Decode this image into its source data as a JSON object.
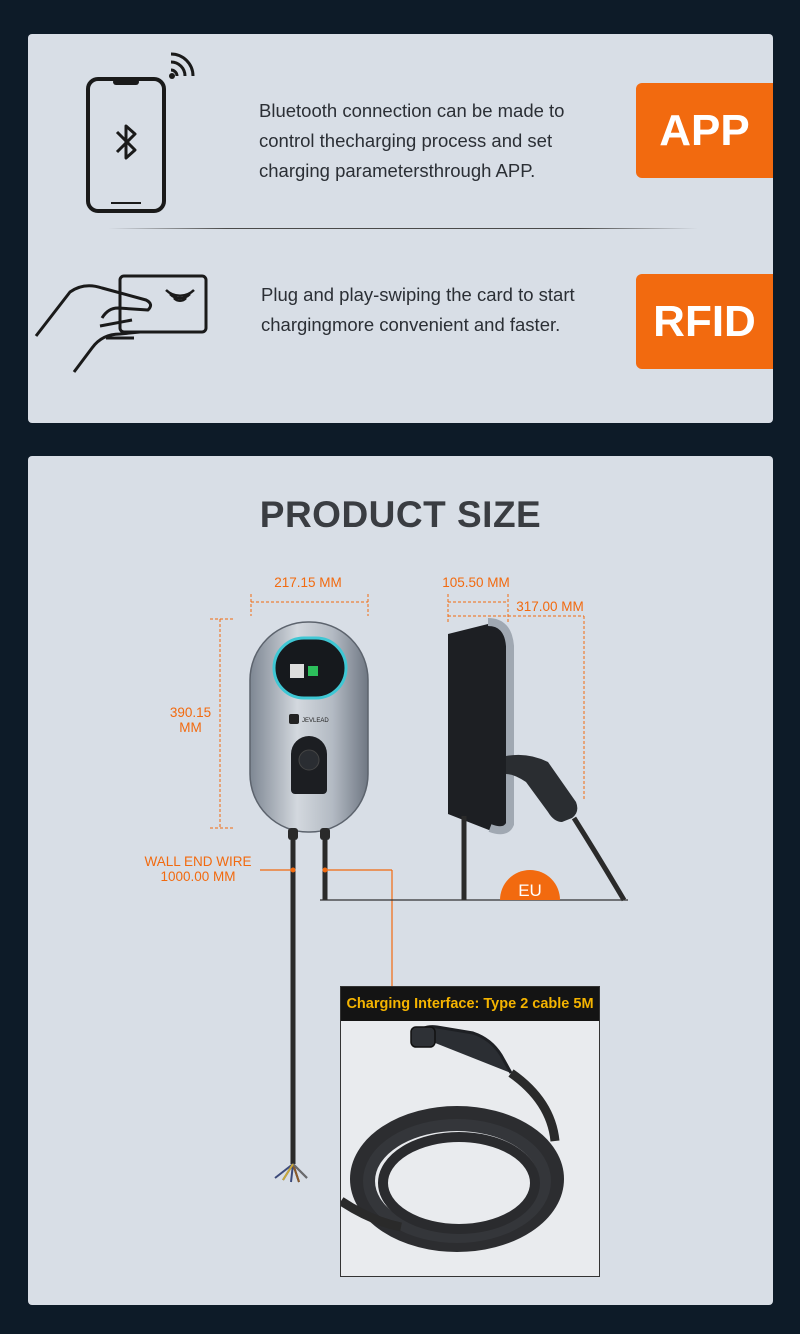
{
  "features": {
    "app": {
      "description": "Bluetooth connection can be made to control thecharging process and set charging parametersthrough APP.",
      "lines": [
        "Bluetooth connection can be made to",
        "control thecharging process and set",
        "charging parametersthrough APP."
      ],
      "badge": "APP"
    },
    "rfid": {
      "lines": [
        "Plug and play-swiping the card to start",
        "chargingmore convenient and faster."
      ],
      "badge": "RFID"
    }
  },
  "product_size": {
    "title": "PRODUCT SIZE",
    "width": "217.15 MM",
    "height_value": "390.15",
    "height_unit": "MM",
    "depth_a": "105.50 MM",
    "depth_b": "317.00 MM",
    "wire_label": "WALL END WIRE",
    "wire_length": "1000.00 MM",
    "region": "EU",
    "brand": "JEVLEAD",
    "charging_interface": "Charging Interface: Type 2 cable 5M"
  },
  "colors": {
    "accent": "#f26a0f",
    "panel": "#d8dee6",
    "background": "#0d1b28",
    "label_text": "#f5b400"
  }
}
